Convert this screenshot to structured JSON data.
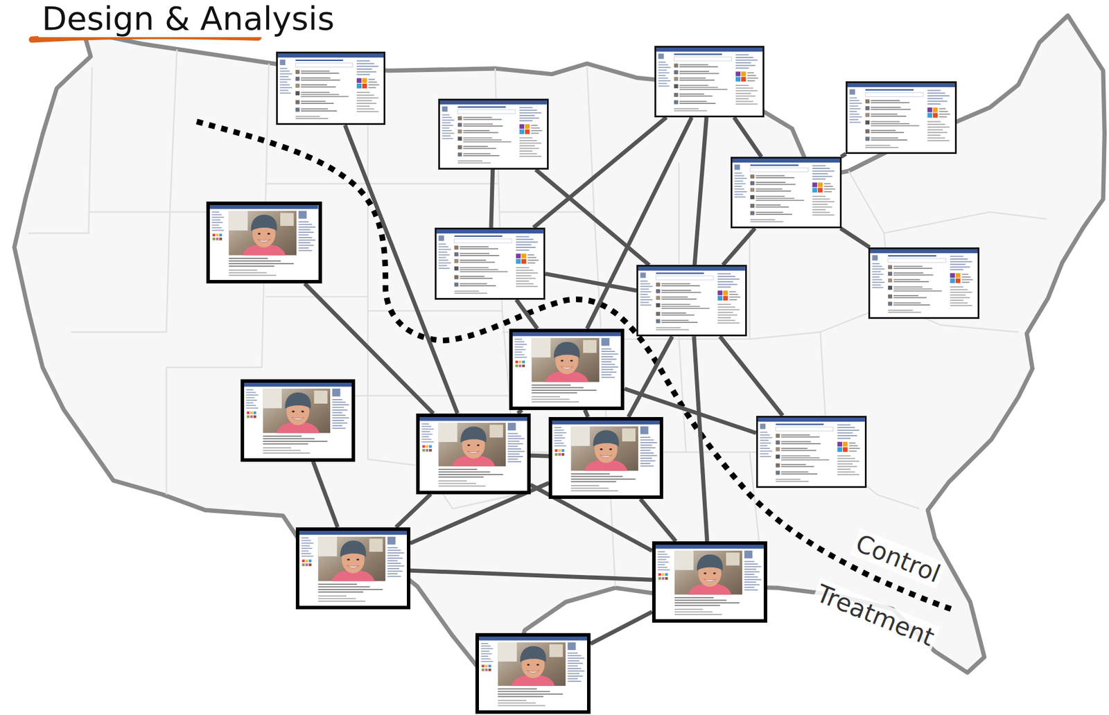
{
  "diagram": {
    "title": "Design & Analysis",
    "nodes": [
      {
        "text": []
      },
      {
        "text": []
      },
      {
        "text": []
      },
      {
        "text": []
      },
      {
        "text": []
      },
      {
        "text": []
      },
      {
        "text": []
      },
      {
        "text": []
      },
      {
        "text": []
      },
      {
        "text": []
      },
      {
        "text": []
      },
      {
        "text": []
      },
      {
        "text": []
      },
      {
        "text": []
      },
      {
        "text": []
      },
      {
        "text": []
      },
      {
        "text": []
      }
    ],
    "edges": [
      {
        "from": 1,
        "to": 11,
        "arrow": "none"
      },
      {
        "from": 3,
        "to": 6,
        "arrow": "none"
      },
      {
        "from": 3,
        "to": 8,
        "arrow": "none"
      },
      {
        "from": 0,
        "to": 6,
        "arrow": "none"
      },
      {
        "from": 0,
        "to": 8,
        "arrow": "none"
      },
      {
        "from": 0,
        "to": 9,
        "arrow": "none"
      },
      {
        "from": 0,
        "to": 4,
        "arrow": "none"
      },
      {
        "from": 4,
        "to": 2,
        "arrow": "none"
      },
      {
        "from": 4,
        "to": 7,
        "arrow": "none"
      },
      {
        "from": 4,
        "to": 8,
        "arrow": "none"
      },
      {
        "from": 6,
        "to": 9,
        "arrow": "none"
      },
      {
        "from": 6,
        "to": 8,
        "arrow": "none"
      },
      {
        "from": 5,
        "to": 11,
        "arrow": "none"
      },
      {
        "from": 10,
        "to": 14,
        "arrow": "none"
      },
      {
        "from": 9,
        "to": 13,
        "arrow": "none"
      },
      {
        "from": 9,
        "to": 11,
        "arrow": "none"
      },
      {
        "from": 8,
        "to": 13,
        "arrow": "none"
      },
      {
        "from": 8,
        "to": 15,
        "arrow": "none"
      },
      {
        "from": 8,
        "to": 12,
        "arrow": "none"
      },
      {
        "from": 9,
        "to": 12,
        "arrow": "none"
      },
      {
        "from": 11,
        "to": 13,
        "arrow": "none"
      },
      {
        "from": 11,
        "to": 14,
        "arrow": "none"
      },
      {
        "from": 11,
        "to": 15,
        "arrow": "none"
      },
      {
        "from": 13,
        "to": 14,
        "arrow": "none"
      },
      {
        "from": 13,
        "to": 15,
        "arrow": "none"
      },
      {
        "from": 14,
        "to": 15,
        "arrow": "none"
      },
      {
        "from": 15,
        "to": 16,
        "arrow": "none"
      }
    ],
    "labels": [
      "Control",
      "Treatment"
    ]
  }
}
